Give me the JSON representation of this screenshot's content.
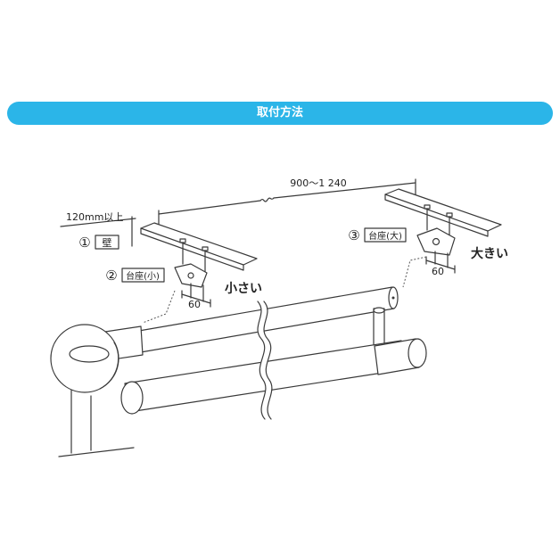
{
  "header": {
    "title": "取付方法",
    "color": "#2bb5e8"
  },
  "diagram": {
    "dimension_span": "900～1 240",
    "clearance": "120mm以上",
    "labels": [
      {
        "number": "①",
        "text": "壁"
      },
      {
        "number": "②",
        "text": "台座(小)"
      },
      {
        "number": "③",
        "text": "台座(大)"
      }
    ],
    "small_note": "小さい",
    "large_note": "大きい",
    "bracket_width_small": "60",
    "bracket_width_large": "60"
  }
}
